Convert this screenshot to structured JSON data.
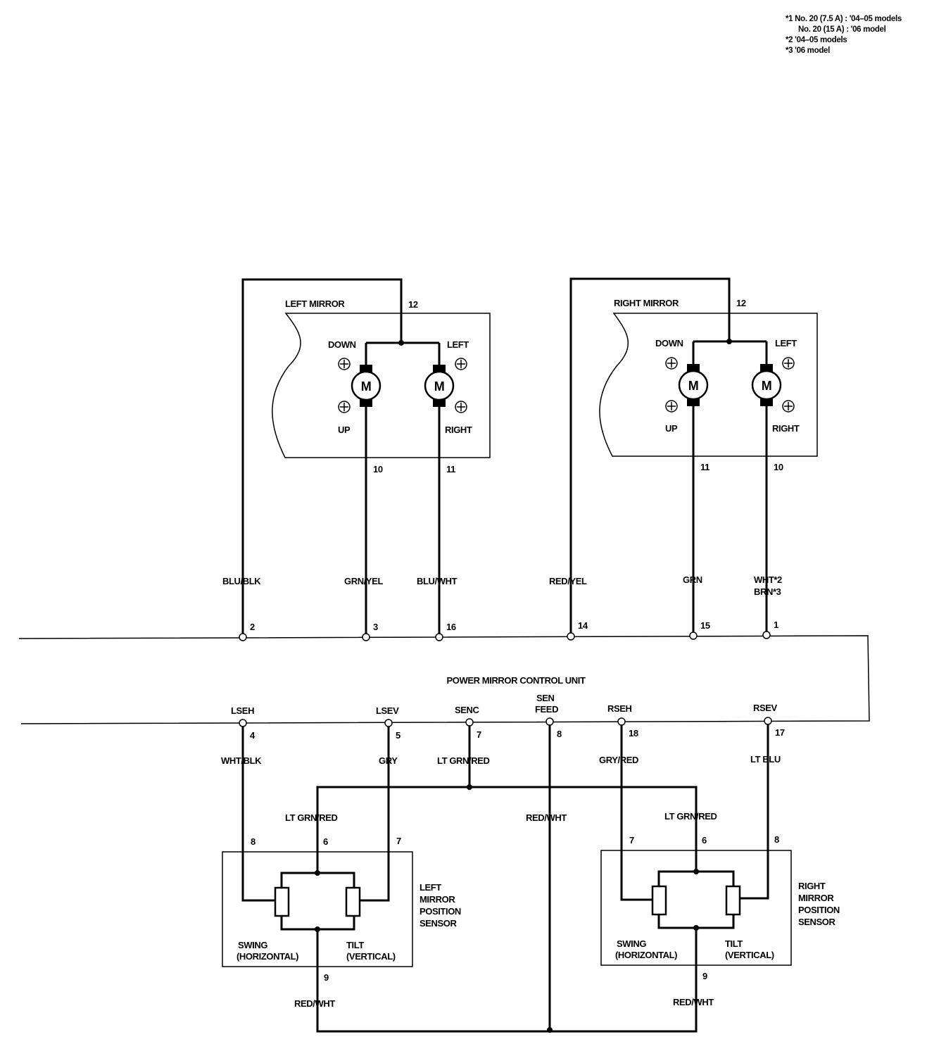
{
  "notes": [
    "*1 No. 20 (7.5 A) : '04–05 models",
    "No. 20 (15 A) : '06 model",
    "*2 '04–05 models",
    "*3 '06 model"
  ],
  "unit_label": "POWER MIRROR CONTROL UNIT",
  "left_mirror": {
    "title": "LEFT MIRROR",
    "common_pin": "12",
    "motor_symbol": "M",
    "down_label": "DOWN",
    "up_label": "UP",
    "left_label": "LEFT",
    "right_label": "RIGHT",
    "pin_a": "10",
    "pin_b": "11"
  },
  "right_mirror": {
    "title": "RIGHT MIRROR",
    "common_pin": "12",
    "motor_symbol": "M",
    "down_label": "DOWN",
    "up_label": "UP",
    "left_label": "LEFT",
    "right_label": "RIGHT",
    "pin_a": "11",
    "pin_b": "10"
  },
  "top_wires": [
    {
      "color": "BLU/BLK",
      "pin": "2"
    },
    {
      "color": "GRN/YEL",
      "pin": "3"
    },
    {
      "color": "BLU/WHT",
      "pin": "16"
    },
    {
      "color": "RED/YEL",
      "pin": "14"
    },
    {
      "color": "GRN",
      "pin": "15"
    },
    {
      "color": "WHT*2",
      "color2": "BRN*3",
      "pin": "1"
    }
  ],
  "bottom_terminals": [
    {
      "name": "LSEH",
      "pin": "4",
      "wire": "WHT/BLK"
    },
    {
      "name": "LSEV",
      "pin": "5",
      "wire": "GRY"
    },
    {
      "name": "SENC",
      "pin": "7",
      "wire": "LT GRN/RED"
    },
    {
      "name": "SEN",
      "name2": "FEED",
      "pin": "8",
      "wire": "RED/WHT"
    },
    {
      "name": "RSEH",
      "pin": "18",
      "wire": "GRY/RED"
    },
    {
      "name": "RSEV",
      "pin": "17",
      "wire": "LT BLU"
    }
  ],
  "left_sensor": {
    "title": [
      "LEFT",
      "MIRROR",
      "POSITION",
      "SENSOR"
    ],
    "feed_wire": "LT GRN/RED",
    "pin_h": "8",
    "pin_c": "6",
    "pin_v": "7",
    "swing": [
      "SWING",
      "(HORIZONTAL)"
    ],
    "tilt": [
      "TILT",
      "(VERTICAL)"
    ],
    "ground_pin": "9",
    "ground_wire": "RED/WHT"
  },
  "right_sensor": {
    "title": [
      "RIGHT",
      "MIRROR",
      "POSITION",
      "SENSOR"
    ],
    "feed_wire": "LT GRN/RED",
    "pin_h": "7",
    "pin_c": "6",
    "pin_v": "8",
    "swing": [
      "SWING",
      "(HORIZONTAL)"
    ],
    "tilt": [
      "TILT",
      "(VERTICAL)"
    ],
    "ground_pin": "9",
    "ground_wire": "RED/WHT"
  }
}
